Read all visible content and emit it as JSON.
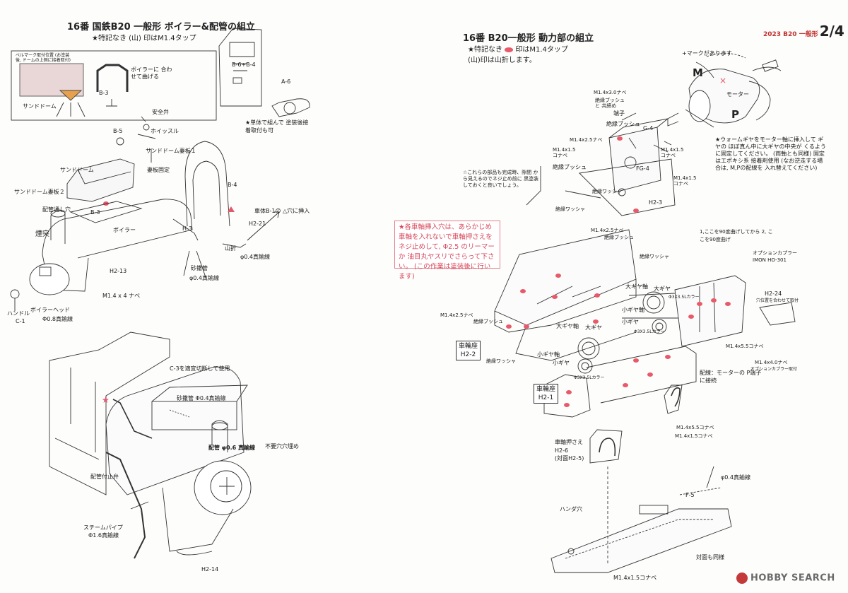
{
  "page": {
    "indicator_year_label": "2023 B20 一般形",
    "indicator_page": "2/4"
  },
  "left": {
    "title": "16番 国鉄B20 一般形 ボイラー&配管の組立",
    "legend": "★特記なき (山) 印はM1.4タップ",
    "inset": {
      "note": "ベルマーク取付位置 (お塗装後, ドームの上側に接着取付)",
      "label_dome": "サンドドーム",
      "label_bend": "ボイラーに 合わせて曲げる",
      "label_b3": "B-3"
    },
    "labels": {
      "b6b4": "B-6+B-4",
      "a6": "A-6",
      "note_glue": "★単体で組んで 塗装後接着取付も可",
      "safety": "安全弁",
      "b5": "B-5",
      "whistle": "ホイッスル",
      "plate1": "サンドドーム妻板１",
      "sand_dome": "サンドドーム",
      "gauge": "妻板固定",
      "plate2": "サンドドーム妻板２",
      "hole": "配管通し穴",
      "b3": "B-3",
      "b4": "B-4",
      "boiler": "ボイラー",
      "smokestack": "煙突",
      "insert": "車体B-1の △穴に挿入",
      "h221": "H2-21",
      "h3": "H-3",
      "yamaori": "山折",
      "brass04a": "φ0.4真鍮線",
      "h213": "H2-13",
      "sand_pipe": "砂撒管",
      "brass04b": "φ0.4真鍮線",
      "m14x4": "M1.4 x 4 ナベ",
      "handle": "ハンドル",
      "c1": "C-1",
      "boiler_head": "ボイラーヘッド",
      "brass08": "Φ0.8真鍮線"
    },
    "lower": {
      "c3": "C-3を適宜切断して使用",
      "sand_pipe": "砂撒管 Φ0.4真鍮線",
      "piping": "配管 φ0.6 真鍮線",
      "fill": "不要穴穴埋め",
      "valve": "配管付止弁",
      "steam": "スチームパイプ",
      "steam_wire": "Φ1.6真鍮線",
      "h214": "H2-14"
    }
  },
  "right": {
    "title": "16番 B20一般形 動力部の組立",
    "legend1": "★特記なき",
    "legend1b": "印はM1.4タップ",
    "legend2": "(山)印は山折します。",
    "motor": {
      "mark": "+マークがあります",
      "m": "M",
      "p": "P",
      "label": "モーター"
    },
    "worm_note": "★ウォームギヤをモーター軸に挿入して ギヤの ほぼ真ん中に大ギヤの中央が くるように固定してください。 (両軸とも同様) 固定はエポキシ系 接着剤使用 (なお逆走する場合は, M,Pの配線を 入れ替えてください)",
    "pre_note": "☆これらの部品も完成時、隙間 から見えるのでネジ止め前に 黒塗装しておくと良いでしょう。",
    "red_note": "★各車軸挿入穴は、あらかじめ 車軸を入れないで車軸押さえを ネジ止めして, Φ2.5 のリーマーか 油目丸ヤスリでさらって下さい。 (この作業は塗装後に行います)",
    "labels": {
      "m14x30": "M1.4x3.0ナベ",
      "bush_win": "絶縁ブッシュと 共締め",
      "terminal": "端子",
      "g4": "G-4",
      "insulated_bush": "絶縁ブッシュ",
      "m14x25a": "M1.4x2.5ナベ",
      "m14x15a": "M1.4x1.5 コナベ",
      "m14x15b": "M1.4x1.5 コナベ",
      "bush2": "絶縁ブッシュ",
      "fg4": "FG-4",
      "m14x15c": "M1.4x1.5 コナベ",
      "washer1": "絶縁ワッシャ",
      "h23": "H2-3",
      "washer2": "絶縁ワッシャ",
      "m14x25b": "M1.4x2.5ナベ",
      "bush3": "絶縁ブッシュ",
      "washer3": "絶縁ワッシャ",
      "bend": "1,ここを90度曲げしてから 2, ここを90度曲げ",
      "coupler": "オプションカプラー IMON HO-301",
      "h224": "H2-24",
      "h224n": "穴位置を合わせて取付",
      "big_gear_axle1": "大ギヤ軸",
      "big_gear1": "大ギヤ",
      "small_gear_axle1": "小ギヤ軸",
      "small_gear1": "小ギヤ",
      "collar1": "Φ3X3.5Lカラー",
      "big_gear_axle2": "大ギヤ軸",
      "big_gear2": "大ギヤ",
      "collar2": "Φ3X3.5Lカラー",
      "small_gear_axle2": "小ギヤ軸",
      "small_gear2": "小ギヤ",
      "collar3": "Φ3X3.5Lカラー",
      "m14x25c": "M1.4x2.5ナベ",
      "bush4": "絶縁ブッシュ",
      "washer4": "絶縁ワッシャ",
      "m14x55a": "M1.4x5.5コナベ",
      "m14x4n": "M1.4x4.0ナベ",
      "opt_coupler": "オプションカプラー取付",
      "wiring": "配線：モーターの P端子に接続",
      "m14x55b": "M1.4x5.5コナベ",
      "m14x15d": "M1.4x1.5コナベ",
      "axle_hold": "車軸押さえ",
      "h26": "H2-6",
      "h25": "(対面H2-5)",
      "brass04": "φ0.4真鍮線",
      "solder": "ハンダ穴",
      "f5": "F-5",
      "same": "対面も同様",
      "m14x15e": "M1.4x1.5コナベ"
    },
    "boxes": {
      "seat2_a": "車輪座",
      "seat2_b": "H2-2",
      "seat1_a": "車輪座",
      "seat1_b": "H2-1"
    }
  },
  "watermark": "HOBBY SEARCH"
}
